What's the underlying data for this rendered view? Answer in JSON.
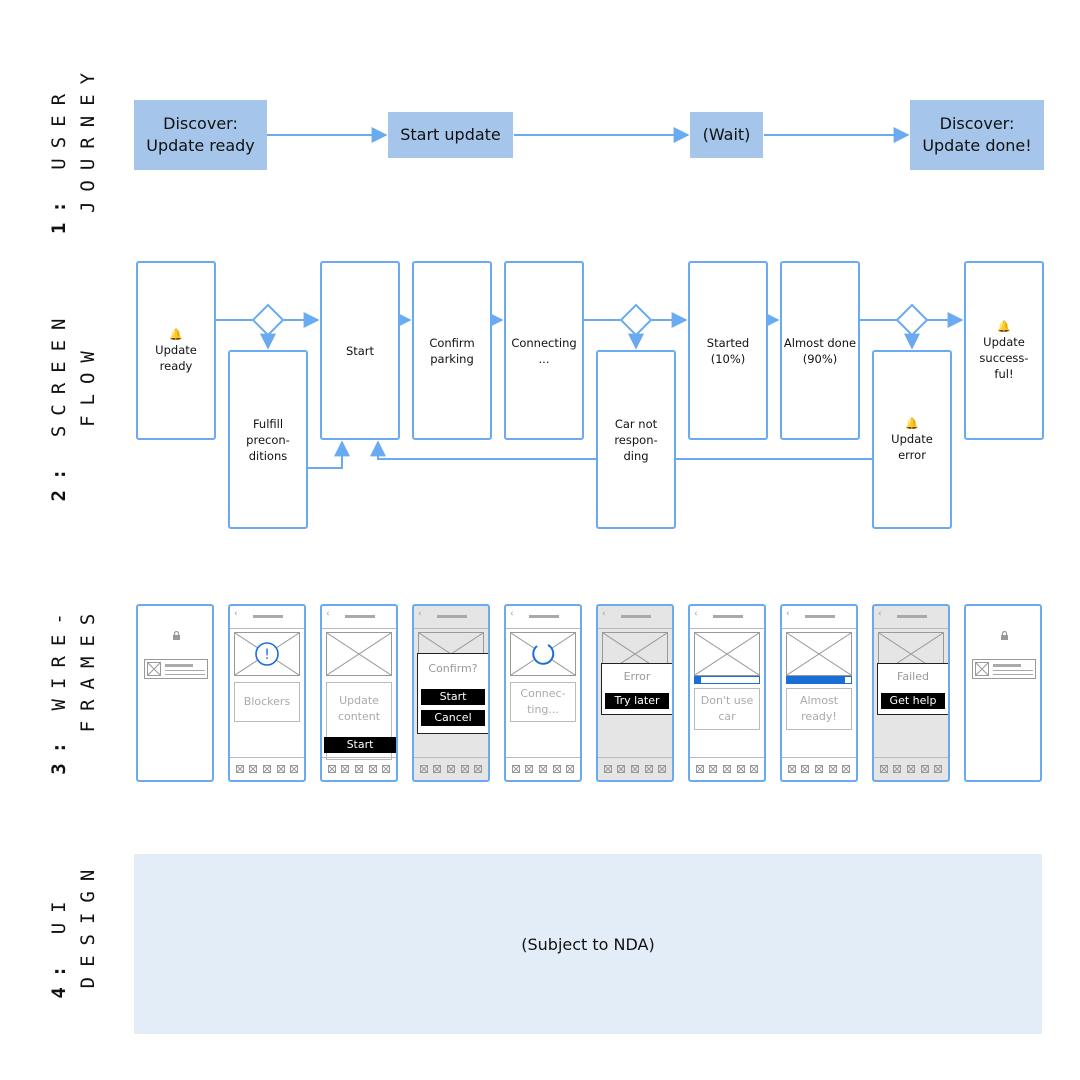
{
  "sections": [
    {
      "num": "1:",
      "line1": "USER",
      "line2": "JOURNEY"
    },
    {
      "num": "2:",
      "line1": "SCREEN",
      "line2": "FLOW"
    },
    {
      "num": "3:",
      "line1": "WIRE-",
      "line2": "FRAMES"
    },
    {
      "num": "4:",
      "line1": "UI",
      "line2": "DESIGN"
    }
  ],
  "journey": {
    "discover_ready": {
      "line1": "Discover:",
      "line2": "Update ready"
    },
    "start_update": "Start update",
    "wait": "(Wait)",
    "discover_done": {
      "line1": "Discover:",
      "line2": "Update done!"
    }
  },
  "flow": {
    "bell_icon": "🔔",
    "update_ready": {
      "line1": "Update",
      "line2": "ready"
    },
    "fulfill": {
      "line1": "Fulfill",
      "line2": "precon-",
      "line3": "ditions"
    },
    "start": "Start",
    "confirm": {
      "line1": "Confirm",
      "line2": "parking"
    },
    "connecting": {
      "line1": "Connecting",
      "line2": "..."
    },
    "car_not": {
      "line1": "Car not",
      "line2": "respon-",
      "line3": "ding"
    },
    "started": {
      "line1": "Started",
      "line2": "(10%)"
    },
    "almost": {
      "line1": "Almost done",
      "line2": "(90%)"
    },
    "update_error": {
      "line1": "Update",
      "line2": "error"
    },
    "success": {
      "line1": "Update",
      "line2": "success-",
      "line3": "ful!"
    }
  },
  "wireframes": {
    "back_glyph": "‹",
    "blockers": "Blockers",
    "update_content": {
      "line1": "Update",
      "line2": "content"
    },
    "start_button": "Start",
    "confirm_title": "Confirm?",
    "confirm_start": "Start",
    "confirm_cancel": "Cancel",
    "connecting": {
      "line1": "Connec-",
      "line2": "ting..."
    },
    "error_title": "Error",
    "try_later": "Try later",
    "dont_use": {
      "line1": "Don't use",
      "line2": "car"
    },
    "started_progress": 0.1,
    "almost_progress": 0.9,
    "almost_ready": {
      "line1": "Almost",
      "line2": "ready!"
    },
    "failed_title": "Failed",
    "get_help": "Get help"
  },
  "ui_design": {
    "note": "(Subject to NDA)"
  },
  "colors": {
    "journey_box": "#a5c6ea",
    "flow_line": "#6aaaf0",
    "progress": "#1a6fd4",
    "ui_area": "#e3edf8",
    "dim_screen": "#e5e5e5"
  }
}
